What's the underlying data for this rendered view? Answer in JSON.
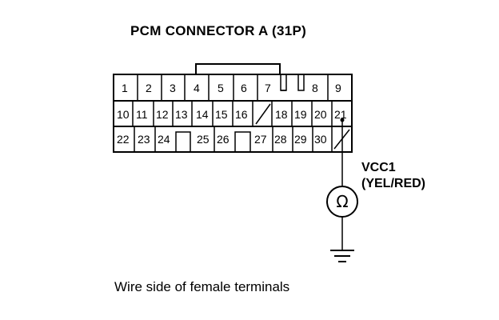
{
  "title": "PCM CONNECTOR A (31P)",
  "connector": {
    "row1": [
      "1",
      "2",
      "3",
      "4",
      "5",
      "6",
      "7",
      "",
      "8",
      "9"
    ],
    "row2": [
      "10",
      "11",
      "12",
      "13",
      "14",
      "15",
      "16",
      "",
      "18",
      "19",
      "20",
      "21"
    ],
    "row3": [
      "22",
      "23",
      "24",
      "",
      "25",
      "26",
      "",
      "27",
      "28",
      "29",
      "30",
      ""
    ],
    "measured_pin": "21"
  },
  "wire": {
    "name": "VCC1",
    "color": "(YEL/RED)"
  },
  "meter_symbol": "Ω",
  "meter_icon": "ohmmeter-icon",
  "ground_icon": "ground-icon",
  "caption": "Wire side of female terminals"
}
